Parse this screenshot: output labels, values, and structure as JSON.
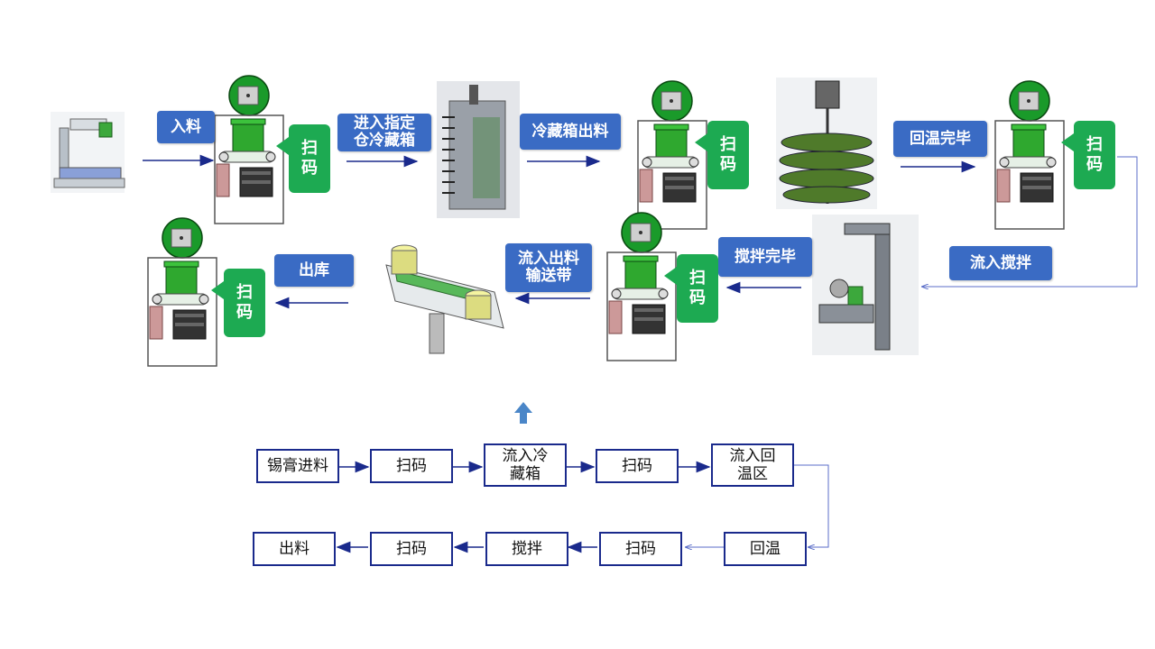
{
  "process_labels": {
    "intake": "入料",
    "enter_fridge": "进入指定\n仓冷藏箱",
    "fridge_out": "冷藏箱出料",
    "warm_done": "回温完毕",
    "flow_stir": "流入搅拌",
    "stir_done": "搅拌完毕",
    "flow_conveyor": "流入出料\n输送带",
    "outbound": "出库"
  },
  "scan_label": "扫\n码",
  "flowchart": {
    "row1": [
      "锡膏进料",
      "扫码",
      "流入冷\n藏箱",
      "扫码",
      "流入回\n温区"
    ],
    "row2": [
      "出料",
      "扫码",
      "搅拌",
      "扫码",
      "回温"
    ]
  },
  "colors": {
    "label_blue": "#3a6bc4",
    "scan_green": "#1daa52",
    "arrow_navy": "#1a2a8c",
    "box_border": "#1a2a8c",
    "up_arrow": "#4a86c8"
  }
}
